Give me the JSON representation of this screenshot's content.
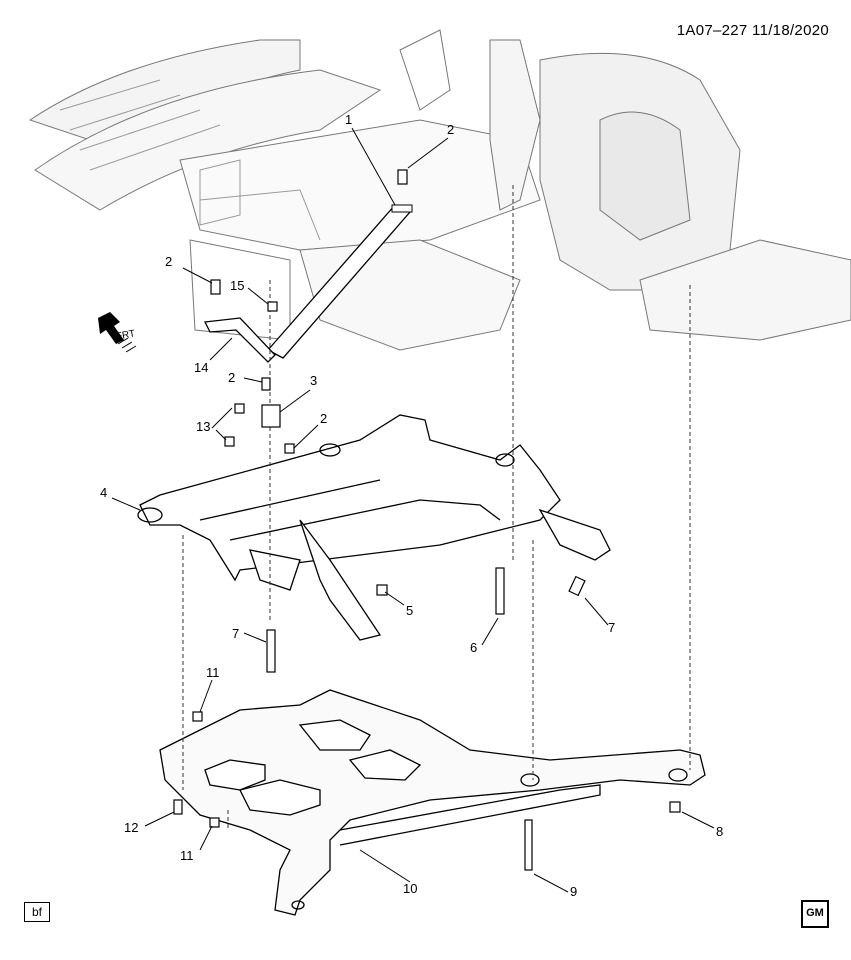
{
  "header": {
    "code": "1A07–227  11/18/2020"
  },
  "corner": {
    "bf": "bf",
    "logo": "GM"
  },
  "frt": "FRT",
  "callouts": {
    "c1": "1",
    "c2a": "2",
    "c2b": "2",
    "c2c": "2",
    "c2d": "2",
    "c3": "3",
    "c4": "4",
    "c5": "5",
    "c6": "6",
    "c7a": "7",
    "c7b": "7",
    "c8": "8",
    "c9": "9",
    "c10": "10",
    "c11a": "11",
    "c11b": "11",
    "c12": "12",
    "c13": "13",
    "c14": "14",
    "c15": "15"
  }
}
